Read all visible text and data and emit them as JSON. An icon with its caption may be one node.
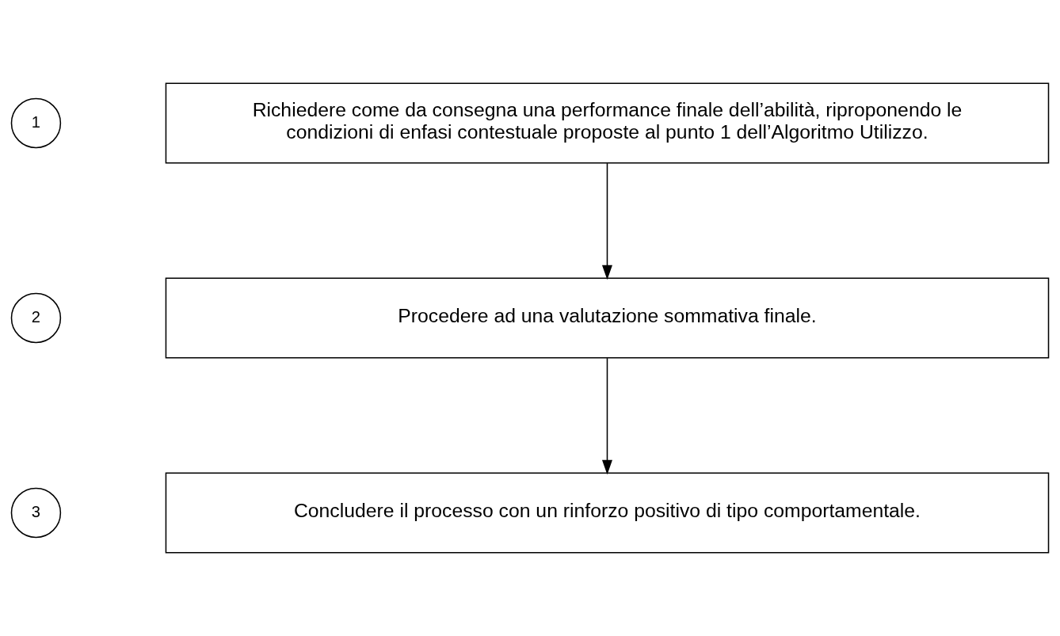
{
  "diagram": {
    "nodes": [
      {
        "text": [
          "1"
        ]
      },
      {
        "text": [
          "Richiedere come da consegna una performance finale dell’abilità, riproponendo le condizioni di enfasi contestuale proposte al punto 1 dell’Algoritmo Utilizzo."
        ]
      },
      {
        "text": [
          "2"
        ]
      },
      {
        "text": [
          "Procedere ad una valutazione sommativa finale."
        ]
      },
      {
        "text": [
          "3"
        ]
      },
      {
        "text": [
          "Concludere il processo con un rinforzo positivo di tipo comportamentale."
        ]
      }
    ],
    "edges": [
      {
        "from": 1,
        "to": 3,
        "arrow": "to"
      },
      {
        "from": 3,
        "to": 5,
        "arrow": "to"
      }
    ]
  }
}
